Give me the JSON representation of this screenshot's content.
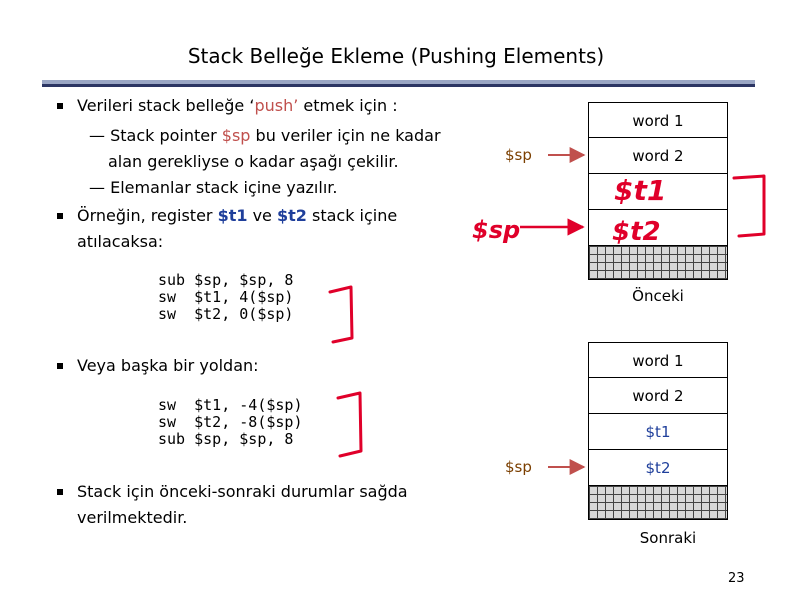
{
  "title": "Stack Belleğe Ekleme (Pushing Elements)",
  "text": {
    "b1_pre": "Verileri stack belleğe ‘",
    "b1_push": "push’",
    "b1_post": " etmek için :",
    "s1_pre": "— Stack pointer ",
    "s1_sp": "$sp",
    "s1_post": " bu veriler için ne kadar",
    "s1_line2": "alan gerekliyse o kadar aşağı çekilir.",
    "s2": "— Elemanlar stack içine yazılır.",
    "b2_pre": "Örneğin, register ",
    "b2_t1": "$t1",
    "b2_mid": " ve ",
    "b2_t2": "$t2",
    "b2_post": " stack içine",
    "b2_line2": "atılacaksa:",
    "code1": "sub $sp, $sp, 8\nsw  $t1, 4($sp)\nsw  $t2, 0($sp)",
    "b3": "Veya başka bir yoldan:",
    "code2": "sw  $t1, -4($sp)\nsw  $t2, -8($sp)\nsub $sp, $sp, 8",
    "b4_line1": "Stack için önceki-sonraki durumlar sağda",
    "b4_line2": "verilmektedir."
  },
  "stack_before": {
    "cells": [
      "word 1",
      "word 2"
    ],
    "sp_label": "$sp",
    "caption": "Önceki",
    "handwritten": [
      "$t1",
      "$t2",
      "$sp"
    ]
  },
  "stack_after": {
    "cells": [
      "word 1",
      "word 2",
      "$t1",
      "$t2"
    ],
    "sp_label": "$sp",
    "caption": "Sonraki"
  },
  "page_number": "23",
  "colors": {
    "accent_red": "#c0504d",
    "register_blue": "#1f3f9b",
    "ink_red": "#e0002a",
    "rule_dark": "#2b3563"
  }
}
